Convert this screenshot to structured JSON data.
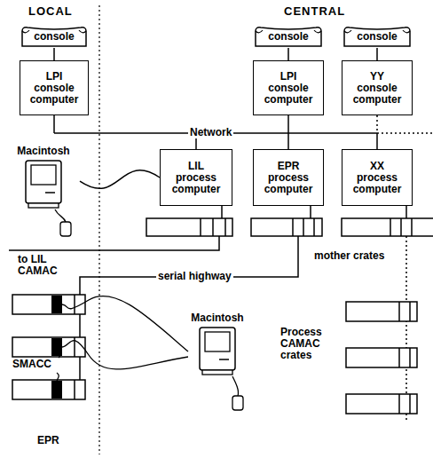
{
  "diagram": {
    "nodes": [
      {
        "text": [
          "console"
        ]
      },
      {
        "text": [
          "console"
        ]
      },
      {
        "text": [
          "console"
        ]
      },
      {
        "text": [
          "LPI console computer"
        ]
      },
      {
        "text": [
          "LPI console computer"
        ]
      },
      {
        "text": [
          "YY console computer"
        ]
      },
      {
        "text": [
          "Macintosh"
        ]
      },
      {
        "text": [
          "LIL process computer"
        ]
      },
      {
        "text": [
          "EPR process computer"
        ]
      },
      {
        "text": [
          "XX process computer"
        ]
      },
      {
        "text": [
          "Macintosh"
        ]
      }
    ],
    "edges": [
      {
        "from": 0,
        "to": 3,
        "arrow": "none"
      },
      {
        "from": 1,
        "to": 4,
        "arrow": "none"
      },
      {
        "from": 2,
        "to": 5,
        "arrow": "none"
      },
      {
        "from": 6,
        "to": 7,
        "arrow": "none"
      }
    ],
    "labels": [
      "LOCAL",
      "CENTRAL",
      "Network",
      "to LIL CAMAC",
      "mother crates",
      "serial highway",
      "SMACC",
      "Process CAMAC crates",
      "EPR"
    ]
  }
}
